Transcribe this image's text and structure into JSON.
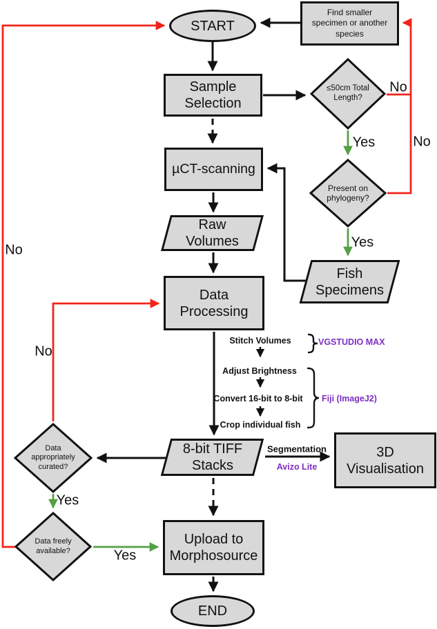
{
  "colors": {
    "red": "#f2241a",
    "green": "#54a045",
    "purple": "#7d2fc4",
    "fill": "#d8d8d8",
    "line": "#111111"
  },
  "nodes": {
    "start": {
      "label": "START"
    },
    "find_smaller": {
      "label": "Find smaller specimen or another species"
    },
    "sample_selection": {
      "label": "Sample Selection"
    },
    "length_check": {
      "label": "≤50cm Total Length?"
    },
    "phylogeny_check": {
      "label": "Present on phylogeny?"
    },
    "uct_scanning": {
      "label": "µCT-scanning"
    },
    "raw_volumes": {
      "label": "Raw Volumes"
    },
    "fish_specimens": {
      "label": "Fish Specimens"
    },
    "data_processing": {
      "label": "Data Processing"
    },
    "tiff_stacks": {
      "label": "8-bit TIFF Stacks"
    },
    "visualisation": {
      "label": "3D Visualisation"
    },
    "curated_check": {
      "label": "Data appropriately curated?"
    },
    "freely_check": {
      "label": "Data freely available?"
    },
    "upload": {
      "label": "Upload to Morphosource"
    },
    "end": {
      "label": "END"
    }
  },
  "pipeline": {
    "steps": [
      "Stitch Volumes",
      "Adjust Brightness",
      "Convert 16-bit to 8-bit",
      "Crop individual fish"
    ]
  },
  "tools": {
    "vgstudio": "VGSTUDIO MAX",
    "fiji": "Fiji (ImageJ2)",
    "avizo": "Avizo Lite"
  },
  "edge_labels": {
    "yes": "Yes",
    "no": "No",
    "segmentation": "Segmentation"
  }
}
